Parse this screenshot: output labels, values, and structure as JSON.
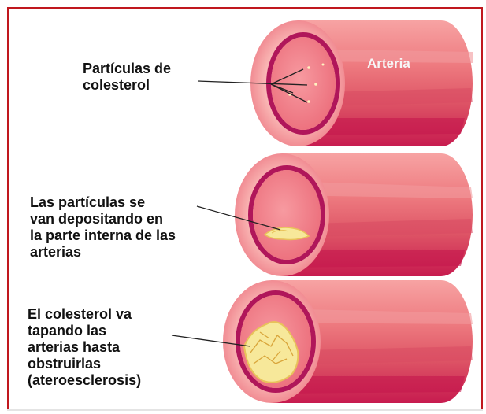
{
  "labels": {
    "stage1": "Partículas de\ncolesterol",
    "stage2": "Las partículas se\nvan depositando en\nla parte interna de las\narterias",
    "stage3": "El colesterol va\ntapando las\narterias hasta\nobstruirlas\n(ateroesclerosis)"
  },
  "artery_label": "Arteria",
  "colors": {
    "frame": "#c0181e",
    "tube_light": "#f28a8d",
    "tube_mid": "#e0606a",
    "tube_dark": "#c81e4e",
    "wall_outer": "#f6a0a3",
    "inner_ring": "#b0165a",
    "lumen": "#f4858e",
    "plaque": "#f7e89a",
    "plaque_edge": "#e8c25a"
  }
}
